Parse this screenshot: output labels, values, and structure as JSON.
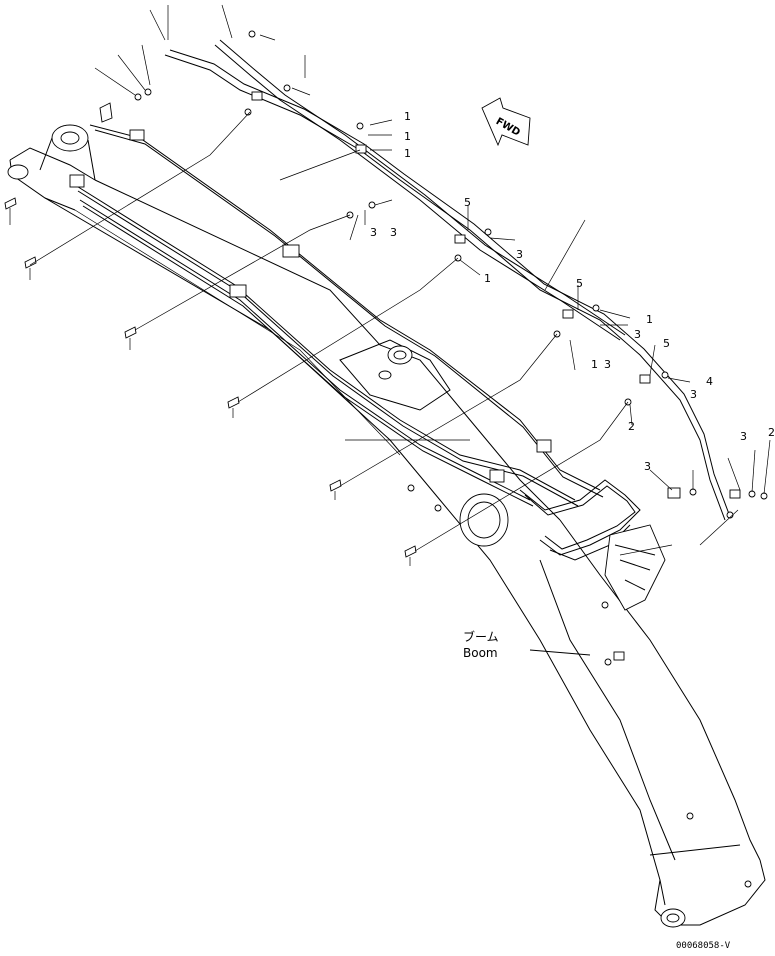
{
  "labels": {
    "boom_japanese": "ブーム",
    "boom_english": "Boom",
    "direction_marker": "FWD",
    "drawing_code": "00068058-V"
  },
  "callouts": [
    "1",
    "1",
    "1",
    "1",
    "1",
    "1",
    "2",
    "2",
    "3",
    "3",
    "3",
    "3",
    "3",
    "3",
    "3",
    "3",
    "4",
    "5",
    "5",
    "5"
  ]
}
